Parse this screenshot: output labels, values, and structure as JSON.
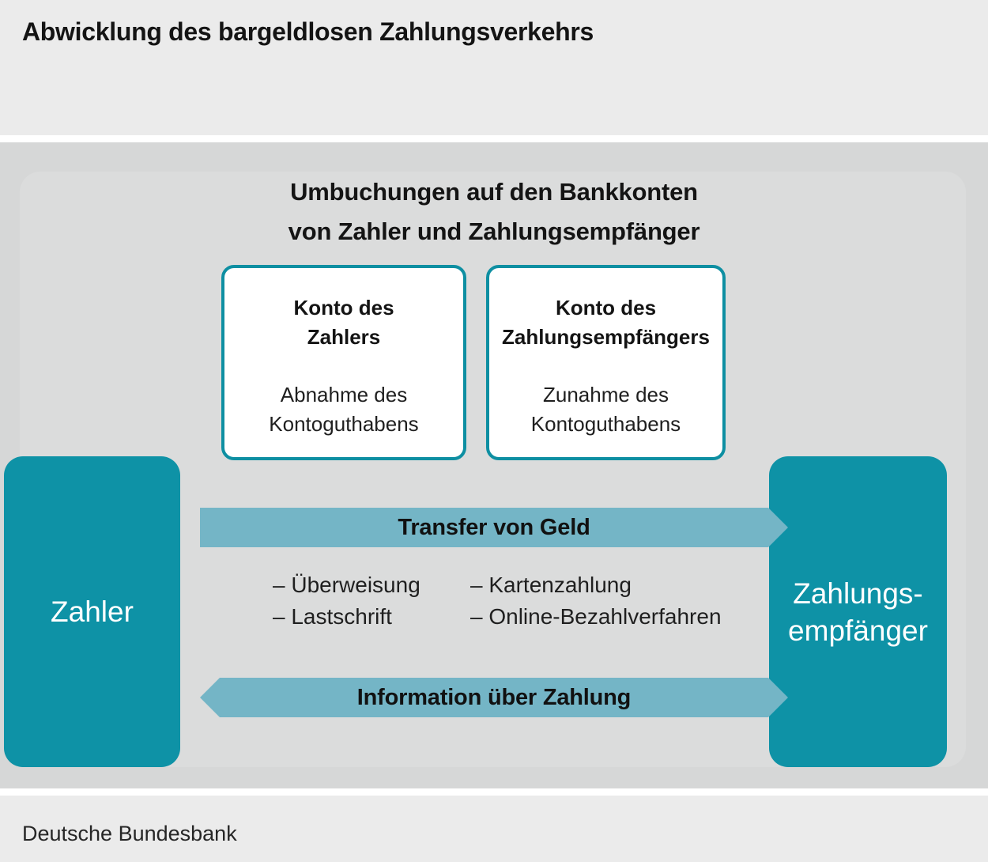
{
  "page": {
    "title": "Abwicklung des bargeldlosen Zahlungsverkehrs",
    "footer": "Deutsche Bundesbank"
  },
  "panel": {
    "heading": {
      "lines": [
        "Umbuchungen auf den Bankkonten",
        "von Zahler und Zahlungsempfänger"
      ]
    }
  },
  "accounts": [
    {
      "title": [
        "Konto des",
        "Zahlers"
      ],
      "note": [
        "Abnahme des",
        "Kontoguthabens"
      ]
    },
    {
      "title": [
        "Konto des",
        "Zahlungsempfängers"
      ],
      "note": [
        "Zunahme des",
        "Kontoguthabens"
      ]
    }
  ],
  "actors": {
    "payer": {
      "label": "Zahler"
    },
    "payee": {
      "lines": [
        "Zahlungs-",
        "empfänger"
      ]
    }
  },
  "flows": {
    "transfer": {
      "label": "Transfer von Geld",
      "direction": "right"
    },
    "information": {
      "label": "Information über Zahlung",
      "direction": "both"
    },
    "methods": [
      "– Überweisung",
      "– Lastschrift",
      "– Kartenzahlung",
      "– Online-Bezahlverfahren"
    ]
  },
  "colors": {
    "actor_teal": "#0e92a6",
    "account_border_teal": "#0e8fa2",
    "arrow_blue": "#74b5c6",
    "strip_background": "#ebebeb",
    "main_background": "#d6d7d7",
    "panel_background": "#dbdcdc",
    "text": "#1a1a1a"
  }
}
